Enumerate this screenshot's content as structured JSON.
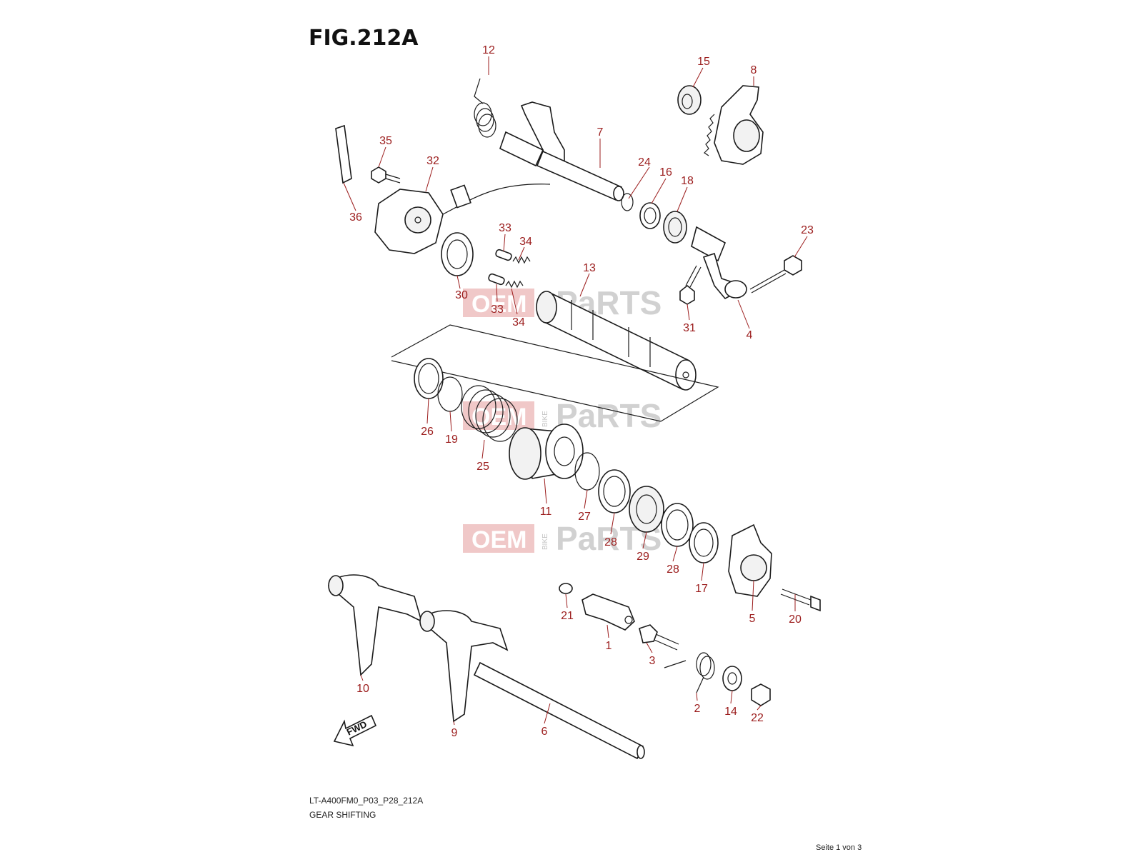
{
  "figure": {
    "title": "FIG.212A",
    "model_code": "LT-A400FM0_P03_P28_212A",
    "caption": "GEAR SHIFTING",
    "page_label": "Seite 1 von 3",
    "fwd_label": "FWD"
  },
  "watermark": {
    "left": "OEM",
    "middle": "BIKE",
    "right": "PaRTS"
  },
  "colors": {
    "callout": "#9b1c1c",
    "line": "#1a1a1a",
    "watermark_red": "#e39a9a"
  },
  "callouts": [
    "1",
    "2",
    "3",
    "4",
    "5",
    "6",
    "7",
    "8",
    "9",
    "10",
    "11",
    "12",
    "13",
    "14",
    "15",
    "16",
    "17",
    "18",
    "19",
    "20",
    "21",
    "22",
    "23",
    "24",
    "25",
    "26",
    "27",
    "28",
    "28",
    "29",
    "30",
    "31",
    "32",
    "33",
    "33",
    "34",
    "34",
    "35",
    "36"
  ]
}
